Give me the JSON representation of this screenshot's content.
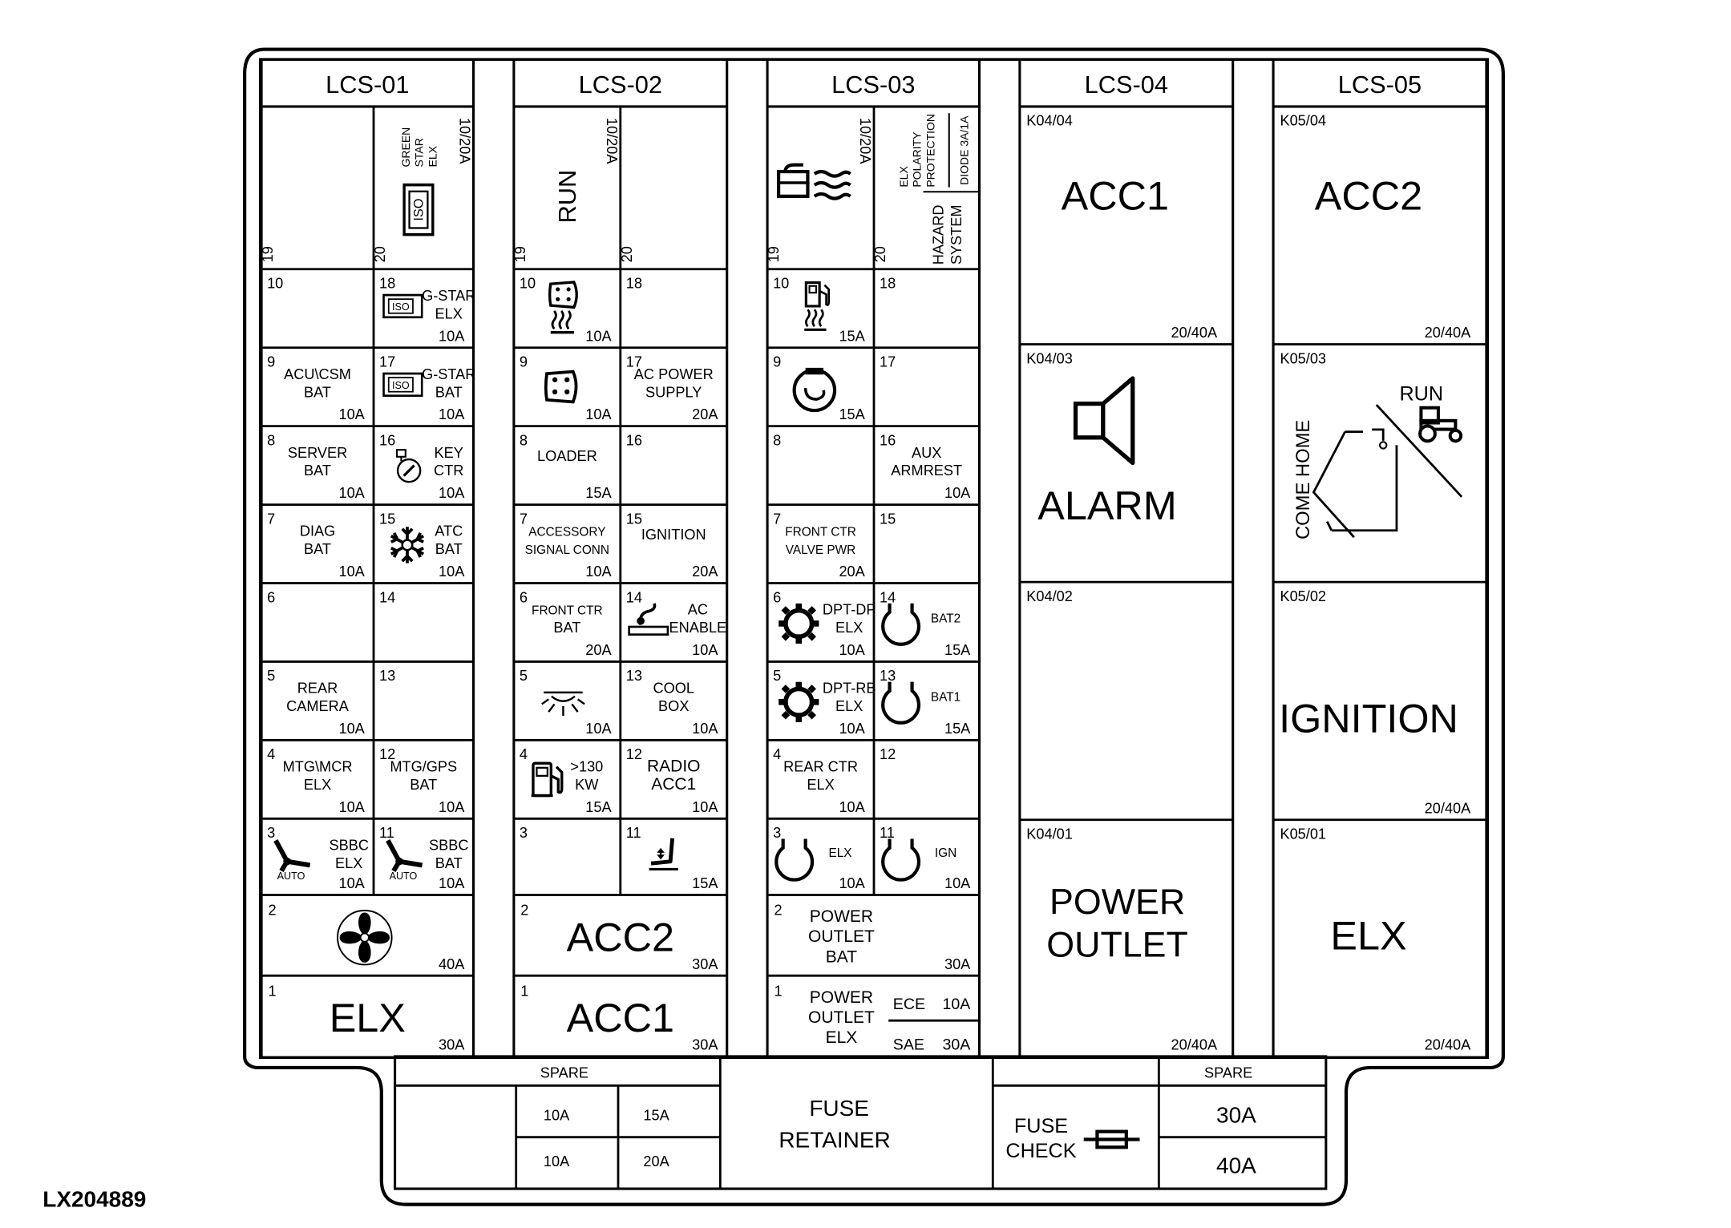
{
  "figure_id": "LX204889",
  "columns": [
    {
      "header": "LCS-01",
      "fuses": [
        {
          "num": "19",
          "lines": [],
          "rating": "",
          "icon": null
        },
        {
          "num": "20",
          "lines": [
            "GREEN",
            "STAR",
            "ELX"
          ],
          "rating": "10/20A",
          "icon": "iso-vertical-icon"
        },
        {
          "num": "10",
          "lines": [],
          "rating": "",
          "icon": null
        },
        {
          "num": "18",
          "lines": [
            "G-STAR",
            "ELX"
          ],
          "rating": "10A",
          "icon": "iso-icon"
        },
        {
          "num": "9",
          "lines": [
            "ACU\\CSM",
            "BAT"
          ],
          "rating": "10A",
          "icon": null
        },
        {
          "num": "17",
          "lines": [
            "G-STAR",
            "BAT"
          ],
          "rating": "10A",
          "icon": "iso-icon"
        },
        {
          "num": "8",
          "lines": [
            "SERVER",
            "BAT"
          ],
          "rating": "10A",
          "icon": null
        },
        {
          "num": "16",
          "lines": [
            "KEY",
            "CTR"
          ],
          "rating": "10A",
          "icon": "key-icon"
        },
        {
          "num": "7",
          "lines": [
            "DIAG",
            "BAT"
          ],
          "rating": "10A",
          "icon": null
        },
        {
          "num": "15",
          "lines": [
            "ATC",
            "BAT"
          ],
          "rating": "10A",
          "icon": "snowflake-icon"
        },
        {
          "num": "6",
          "lines": [],
          "rating": "",
          "icon": null
        },
        {
          "num": "14",
          "lines": [],
          "rating": "",
          "icon": null
        },
        {
          "num": "5",
          "lines": [
            "REAR",
            "CAMERA"
          ],
          "rating": "10A",
          "icon": null
        },
        {
          "num": "13",
          "lines": [],
          "rating": "",
          "icon": null
        },
        {
          "num": "4",
          "lines": [
            "MTG\\MCR",
            "ELX"
          ],
          "rating": "10A",
          "icon": null
        },
        {
          "num": "12",
          "lines": [
            "MTG/GPS",
            "BAT"
          ],
          "rating": "10A",
          "icon": null
        },
        {
          "num": "3",
          "lines": [
            "SBBC",
            "ELX"
          ],
          "rating": "10A",
          "icon": "steering-icon",
          "icon_label": "AUTO"
        },
        {
          "num": "11",
          "lines": [
            "SBBC",
            "BAT"
          ],
          "rating": "10A",
          "icon": "steering-icon",
          "icon_label": "AUTO"
        },
        {
          "num": "2",
          "lines": [],
          "rating": "40A",
          "icon": "fan-icon"
        },
        {
          "num": "1",
          "lines": [
            "ELX"
          ],
          "rating": "30A",
          "icon": null
        }
      ]
    },
    {
      "header": "LCS-02",
      "fuses": [
        {
          "num": "19",
          "lines": [
            "RUN"
          ],
          "rating": "10/20A",
          "icon": null
        },
        {
          "num": "20",
          "lines": [],
          "rating": "",
          "icon": null
        },
        {
          "num": "10",
          "lines": [],
          "rating": "10A",
          "icon": "heated-seat-icon"
        },
        {
          "num": "18",
          "lines": [],
          "rating": "",
          "icon": null
        },
        {
          "num": "9",
          "lines": [],
          "rating": "10A",
          "icon": "seat-icon"
        },
        {
          "num": "17",
          "lines": [
            "AC POWER",
            "SUPPLY"
          ],
          "rating": "20A",
          "icon": null
        },
        {
          "num": "8",
          "lines": [
            "LOADER"
          ],
          "rating": "15A",
          "icon": null
        },
        {
          "num": "16",
          "lines": [],
          "rating": "",
          "icon": null
        },
        {
          "num": "7",
          "lines": [
            "ACCESSORY",
            "SIGNAL CONN"
          ],
          "rating": "10A",
          "icon": null
        },
        {
          "num": "15",
          "lines": [
            "IGNITION"
          ],
          "rating": "20A",
          "icon": null
        },
        {
          "num": "6",
          "lines": [
            "FRONT CTR",
            "BAT"
          ],
          "rating": "20A",
          "icon": null
        },
        {
          "num": "14",
          "lines": [
            "AC",
            "ENABLE"
          ],
          "rating": "10A",
          "icon": "socket-icon"
        },
        {
          "num": "5",
          "lines": [],
          "rating": "10A",
          "icon": "dome-light-icon"
        },
        {
          "num": "13",
          "lines": [
            "COOL",
            "BOX"
          ],
          "rating": "10A",
          "icon": null
        },
        {
          "num": "4",
          "lines": [
            ">130",
            "KW"
          ],
          "rating": "15A",
          "icon": "fuel-pump-icon"
        },
        {
          "num": "12",
          "lines": [
            "RADIO",
            "ACC1"
          ],
          "rating": "10A",
          "icon": null
        },
        {
          "num": "3",
          "lines": [],
          "rating": "",
          "icon": null
        },
        {
          "num": "11",
          "lines": [],
          "rating": "15A",
          "icon": "seat-adjust-icon"
        },
        {
          "num": "2",
          "lines": [
            "ACC2"
          ],
          "rating": "30A",
          "icon": null
        },
        {
          "num": "1",
          "lines": [
            "ACC1"
          ],
          "rating": "30A",
          "icon": null
        }
      ]
    },
    {
      "header": "LCS-03",
      "fuses": [
        {
          "num": "19",
          "lines": [],
          "rating": "10/20A",
          "icon": "heater-icon"
        },
        {
          "num": "20",
          "lines": [
            "ELX",
            "POLARITY",
            "PROTECTION",
            "DIODE 3A/1A",
            "HAZARD",
            "SYSTEM"
          ],
          "rating": "",
          "icon": null
        },
        {
          "num": "10",
          "lines": [],
          "rating": "15A",
          "icon": "heated-fuel-icon"
        },
        {
          "num": "18",
          "lines": [],
          "rating": "",
          "icon": null
        },
        {
          "num": "9",
          "lines": [],
          "rating": "15A",
          "icon": "horn-icon"
        },
        {
          "num": "17",
          "lines": [],
          "rating": "",
          "icon": null
        },
        {
          "num": "8",
          "lines": [],
          "rating": "",
          "icon": null
        },
        {
          "num": "16",
          "lines": [
            "AUX",
            "ARMREST"
          ],
          "rating": "10A",
          "icon": null
        },
        {
          "num": "7",
          "lines": [
            "FRONT CTR",
            "VALVE PWR"
          ],
          "rating": "20A",
          "icon": null
        },
        {
          "num": "15",
          "lines": [],
          "rating": "",
          "icon": null
        },
        {
          "num": "6",
          "lines": [
            "DPT-DP",
            "ELX"
          ],
          "rating": "10A",
          "icon": "gear-icon"
        },
        {
          "num": "14",
          "lines": [
            "BAT2"
          ],
          "rating": "15A",
          "icon": "connector-icon"
        },
        {
          "num": "5",
          "lines": [
            "DPT-RB",
            "ELX"
          ],
          "rating": "10A",
          "icon": "gear-icon"
        },
        {
          "num": "13",
          "lines": [
            "BAT1"
          ],
          "rating": "15A",
          "icon": "connector-icon"
        },
        {
          "num": "4",
          "lines": [
            "REAR CTR",
            "ELX"
          ],
          "rating": "10A",
          "icon": null
        },
        {
          "num": "12",
          "lines": [],
          "rating": "",
          "icon": null
        },
        {
          "num": "3",
          "lines": [
            "ELX"
          ],
          "rating": "10A",
          "icon": "connector-icon"
        },
        {
          "num": "11",
          "lines": [
            "IGN"
          ],
          "rating": "10A",
          "icon": "connector-icon"
        },
        {
          "num": "2",
          "lines": [
            "POWER",
            "OUTLET",
            "BAT"
          ],
          "rating": "30A",
          "icon": null
        },
        {
          "num": "1",
          "lines": [
            "POWER",
            "OUTLET",
            "ELX"
          ],
          "rating": "",
          "icon": null,
          "sub": [
            {
              "label": "ECE",
              "rating": "10A"
            },
            {
              "label": "SAE",
              "rating": "30A"
            }
          ]
        }
      ]
    },
    {
      "header": "LCS-04",
      "relays": [
        {
          "id": "K04/04",
          "lines": [
            "ACC1"
          ],
          "rating": "20/40A",
          "icon": null
        },
        {
          "id": "K04/03",
          "lines": [
            "ALARM"
          ],
          "rating": "",
          "icon": "speaker-icon"
        },
        {
          "id": "K04/02",
          "lines": [],
          "rating": "",
          "icon": null
        },
        {
          "id": "K04/01",
          "lines": [
            "POWER",
            "OUTLET"
          ],
          "rating": "20/40A",
          "icon": null
        }
      ]
    },
    {
      "header": "LCS-05",
      "relays": [
        {
          "id": "K05/04",
          "lines": [
            "ACC2"
          ],
          "rating": "20/40A",
          "icon": null
        },
        {
          "id": "K05/03",
          "lines": [
            "COME HOME",
            "RUN"
          ],
          "rating": "",
          "icon": "come-home-icon"
        },
        {
          "id": "K05/02",
          "lines": [
            "IGNITION"
          ],
          "rating": "20/40A",
          "icon": null
        },
        {
          "id": "K05/01",
          "lines": [
            "ELX"
          ],
          "rating": "20/40A",
          "icon": null
        }
      ]
    }
  ],
  "bottom": {
    "spare_left": {
      "title": "SPARE",
      "cells": [
        "10A",
        "15A",
        "10A",
        "20A"
      ]
    },
    "fuse_retainer": [
      "FUSE",
      "RETAINER"
    ],
    "fuse_check": [
      "FUSE",
      "CHECK"
    ],
    "spare_right": {
      "title": "SPARE",
      "cells": [
        "30A",
        "40A"
      ]
    }
  }
}
